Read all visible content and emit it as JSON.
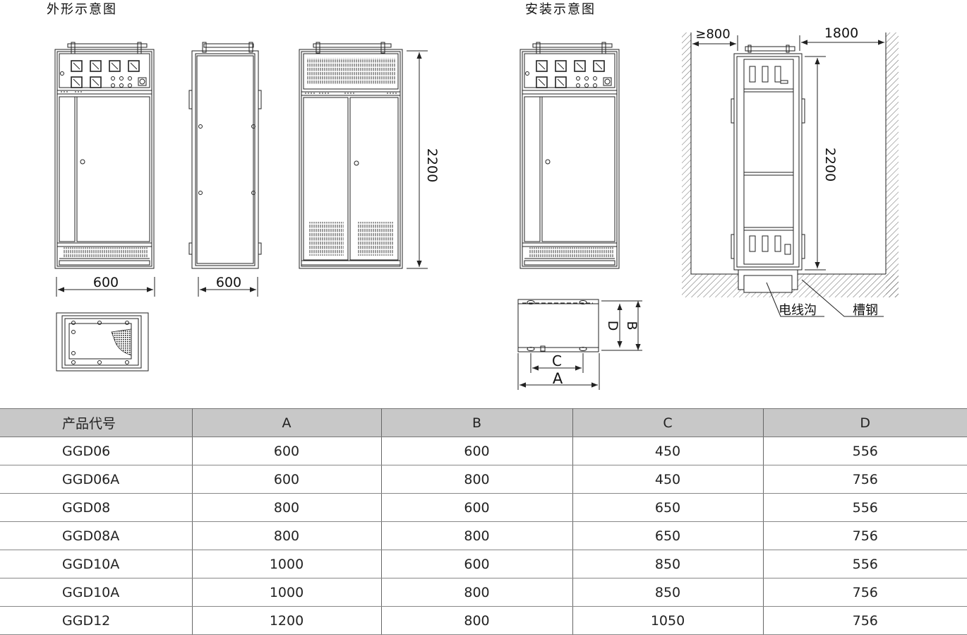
{
  "titles": {
    "outline": "外形示意图",
    "installation": "安装示意图"
  },
  "dimensions": {
    "front_width": "600",
    "side_width": "600",
    "height_front": "2200",
    "height_install": "2200",
    "clearance_front": "≥800",
    "clearance_rear": "1800",
    "base_A": "A",
    "base_B": "B",
    "base_C": "C",
    "base_D": "D"
  },
  "callouts": {
    "cable_trench": "电线沟",
    "channel_steel": "槽钢"
  },
  "table": {
    "headers": [
      "产品代号",
      "A",
      "B",
      "C",
      "D"
    ],
    "rows": [
      [
        "GGD06",
        "600",
        "600",
        "450",
        "556"
      ],
      [
        "GGD06A",
        "600",
        "800",
        "450",
        "756"
      ],
      [
        "GGD08",
        "800",
        "600",
        "650",
        "556"
      ],
      [
        "GGD08A",
        "800",
        "800",
        "650",
        "756"
      ],
      [
        "GGD10A",
        "1000",
        "600",
        "850",
        "556"
      ],
      [
        "GGD10A",
        "1000",
        "800",
        "850",
        "756"
      ],
      [
        "GGD12",
        "1200",
        "800",
        "1050",
        "756"
      ]
    ]
  }
}
